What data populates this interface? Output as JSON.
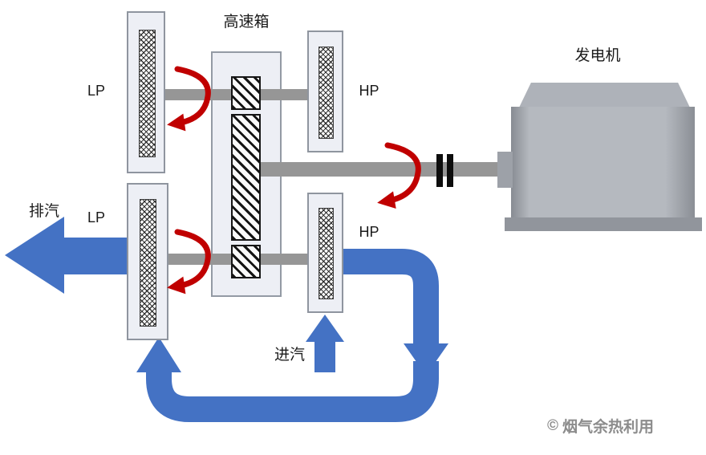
{
  "diagram": {
    "type": "steam-turbine-gearbox-generator-schematic",
    "labels": {
      "gearbox": "高速箱",
      "generator": "发电机",
      "lp_top": "LP",
      "hp_top": "HP",
      "lp_bottom": "LP",
      "hp_bottom": "HP",
      "exhaust": "排汽",
      "inlet": "进汽"
    },
    "watermark": {
      "icon": "©",
      "text": "烟气余热利用"
    },
    "colors": {
      "pipe_blue": "#4472C4",
      "rotation_red": "#C00000",
      "shaft_gray": "#969696",
      "housing_fill": "#EDEFF5",
      "housing_border": "#939AA4",
      "generator_gray": "#AEB2B9",
      "label_color": "#1A1A1A",
      "watermark_gray": "#8C8C8C"
    }
  }
}
